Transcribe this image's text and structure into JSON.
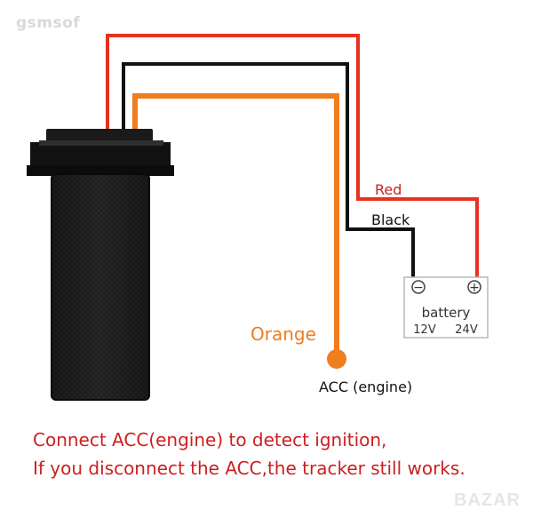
{
  "watermark": "gsmsof",
  "logo_text": "BAZAR",
  "wires": {
    "red_label": "Red",
    "black_label": "Black",
    "orange_label": "Orange"
  },
  "battery": {
    "minus_symbol": "−",
    "plus_symbol": "+",
    "label": "battery",
    "voltage_12": "12V",
    "voltage_24": "24V"
  },
  "acc_label": "ACC (engine)",
  "caption": {
    "line1": "Connect ACC(engine) to detect ignition,",
    "line2": "If you disconnect the ACC,the tracker still works."
  },
  "colors": {
    "red_wire": "#e8321f",
    "black_wire": "#111111",
    "orange_wire": "#f07d1e",
    "caption_text": "#cc1f1f",
    "device_body": "#1c1c1c"
  }
}
